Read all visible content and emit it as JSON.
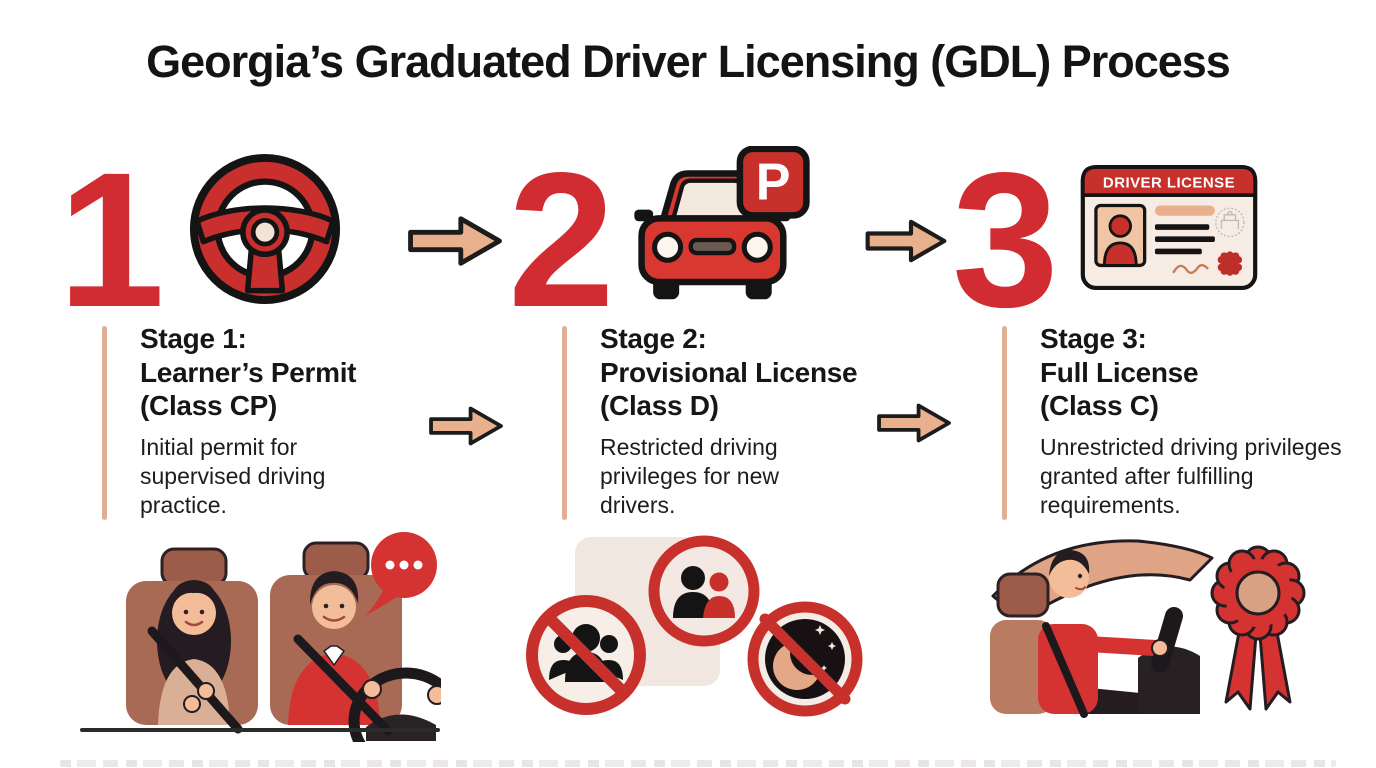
{
  "title": "Georgia’s Graduated Driver Licensing (GDL) Process",
  "colors": {
    "accent_red": "#d02c31",
    "arrow_fill": "#e9b08e",
    "divider_tan": "#e0ae94",
    "text_dark": "#171717",
    "card_cream": "#f6ece3",
    "seat_brown": "#a86a54"
  },
  "arrow_icon": "arrow-right-icon",
  "stages": [
    {
      "number": "1",
      "icon": "steering-wheel-icon",
      "heading_lines": [
        "Stage 1:",
        "Learner’s Permit",
        "(Class CP)"
      ],
      "description": "Initial permit for supervised driving practice.",
      "illustration": "supervised-driving-practice"
    },
    {
      "number": "2",
      "icon": "car-with-permit-plate-icon",
      "plate_letter": "P",
      "heading_lines": [
        "Stage 2:",
        "Provisional License",
        "(Class D)"
      ],
      "description": "Restricted driving privileges for new drivers.",
      "illustration": "passenger-and-night-restrictions"
    },
    {
      "number": "3",
      "icon": "driver-license-card-icon",
      "heading_lines": [
        "Stage 3:",
        "Full License",
        "(Class C)"
      ],
      "description": "Unrestricted driving privileges granted after fulfilling requirements.",
      "illustration": "independent-driver-with-award"
    }
  ],
  "license_card": {
    "header": "DRIVER LICENSE"
  }
}
